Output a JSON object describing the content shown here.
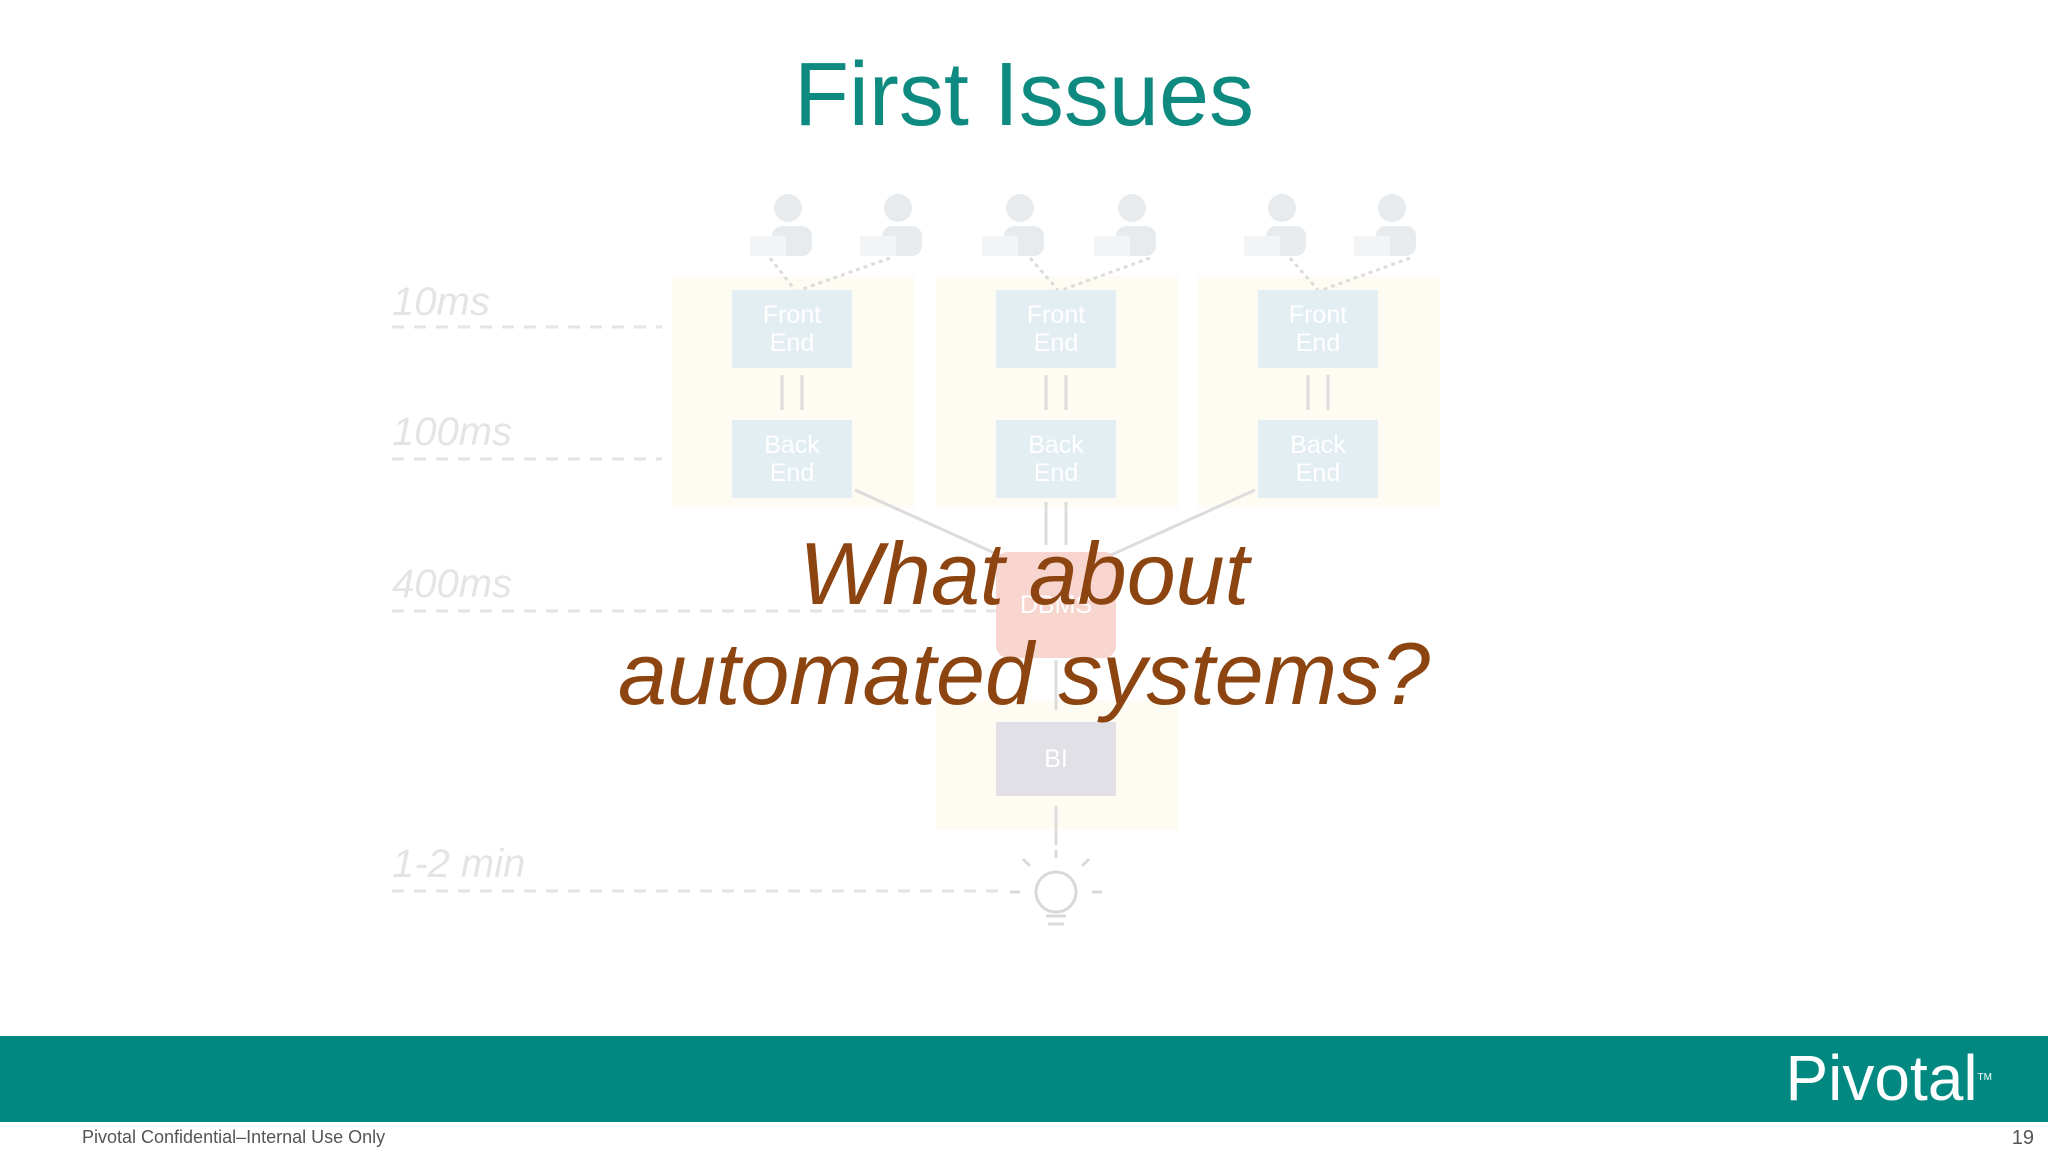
{
  "slide": {
    "title": "First Issues",
    "overlay_question_line1": "What about",
    "overlay_question_line2": "automated systems?",
    "footer_text": "Pivotal Confidential–Internal Use Only",
    "brand": "Pivotal",
    "brand_tm": "TM",
    "page_number": "19"
  },
  "diagram": {
    "latency_labels": [
      "10ms",
      "100ms",
      "400ms",
      "1-2 min"
    ],
    "front_end_label": [
      "Front",
      "End"
    ],
    "back_end_label": [
      "Back",
      "End"
    ],
    "dbms_label": "DBMS",
    "bi_label": "BI",
    "colors": {
      "title": "#0f8a80",
      "overlay_text": "#8c4510",
      "footer_bar": "#018981",
      "component_box": "#7fb3c9",
      "dbms_box": "#e0442a",
      "bi_box": "#7a7896",
      "panel_bg": "#fbf3c8"
    },
    "icons": [
      "user-with-laptop-icon",
      "lightbulb-icon"
    ]
  }
}
